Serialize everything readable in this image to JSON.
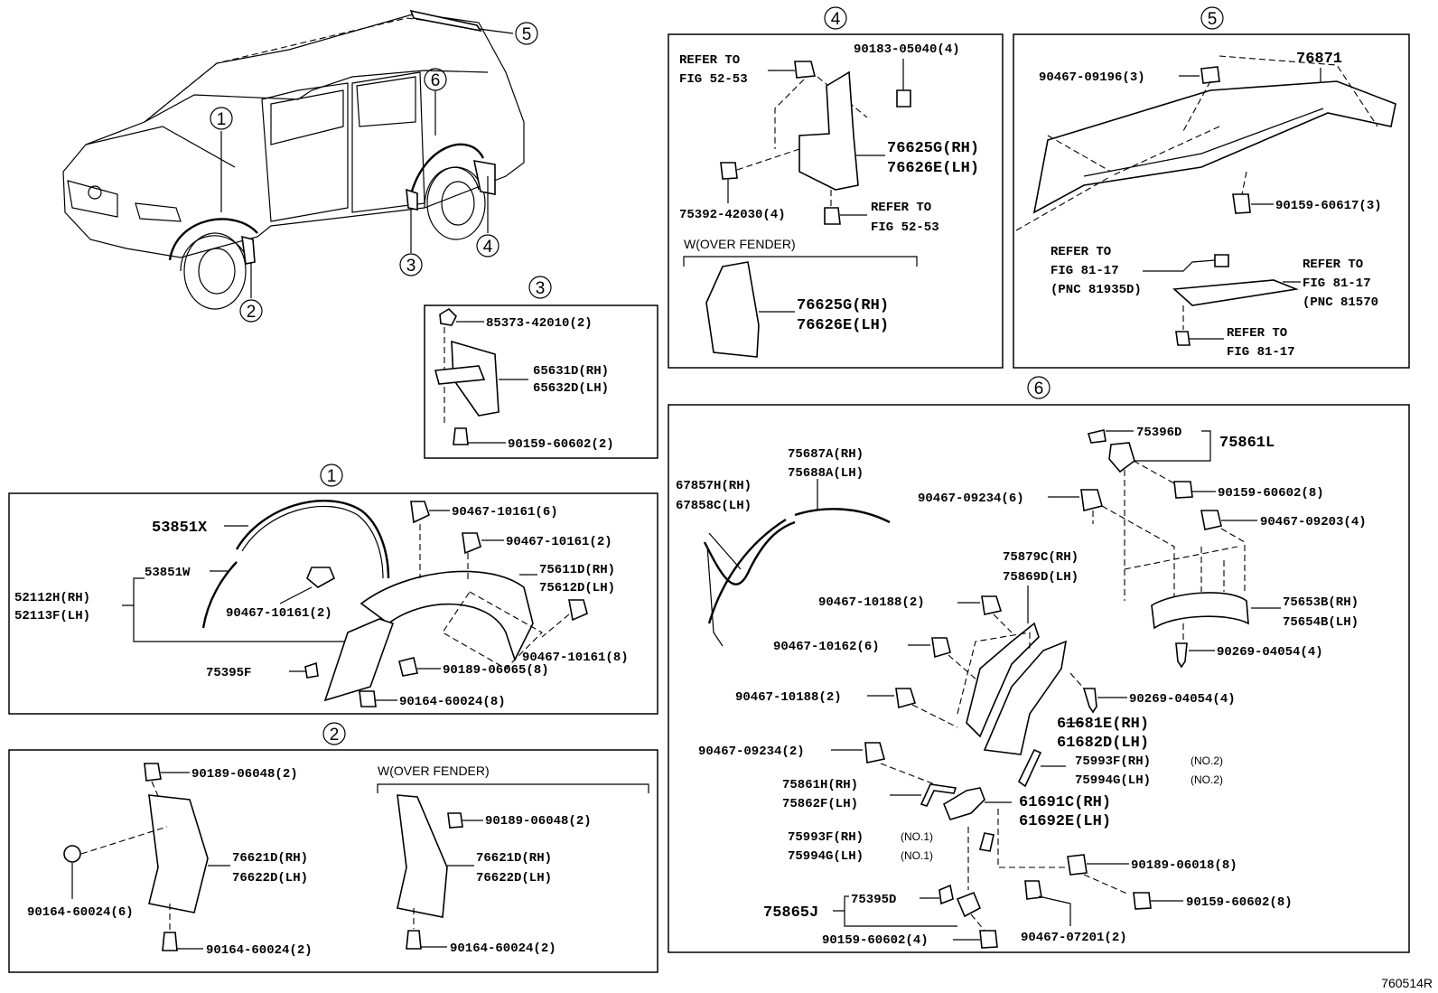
{
  "diagram_id": "760514R",
  "callouts": [
    "1",
    "2",
    "3",
    "4",
    "5",
    "6"
  ],
  "panel3": {
    "parts": [
      "85373-42010(2)",
      "65631D(RH)",
      "65632D(LH)",
      "90159-60602(2)"
    ]
  },
  "panel1": {
    "parts": [
      "53851X",
      "53851W",
      "52112H(RH)",
      "52113F(LH)",
      "90467-10161(2)",
      "75395F",
      "90467-10161(6)",
      "90467-10161(2)",
      "75611D(RH)",
      "75612D(LH)",
      "90467-10161(8)",
      "90189-06065(8)",
      "90164-60024(8)"
    ]
  },
  "panel2": {
    "parts": [
      "90189-06048(2)",
      "76621D(RH)",
      "76622D(LH)",
      "90164-60024(6)",
      "90164-60024(2)"
    ],
    "variant_header": "W(OVER FENDER)",
    "variant_parts": [
      "90189-06048(2)",
      "76621D(RH)",
      "76622D(LH)",
      "90164-60024(2)"
    ]
  },
  "panel4": {
    "refer_top": [
      "REFER TO",
      "FIG 52-53"
    ],
    "parts": [
      "90183-05040(4)",
      "76625G(RH)",
      "76626E(LH)",
      "75392-42030(4)"
    ],
    "refer_bottom": [
      "REFER TO",
      "FIG 52-53"
    ],
    "variant_header": "W(OVER FENDER)",
    "variant_parts": [
      "76625G(RH)",
      "76626E(LH)"
    ]
  },
  "panel5": {
    "parts": [
      "90467-09196(3)",
      "76871",
      "90159-60617(3)"
    ],
    "refer_left": [
      "REFER TO",
      "FIG 81-17",
      "(PNC 81935D)"
    ],
    "refer_right": [
      "REFER TO",
      "FIG 81-17",
      "(PNC 81570"
    ],
    "refer_bottom": [
      "REFER TO",
      "FIG 81-17"
    ]
  },
  "panel6": {
    "parts": [
      "75396D",
      "75861L",
      "75687A(RH)",
      "75688A(LH)",
      "67857H(RH)",
      "67858C(LH)",
      "90467-09234(6)",
      "90159-60602(8)",
      "90467-09203(4)",
      "75879C(RH)",
      "75869D(LH)",
      "90467-10188(2)",
      "75653B(RH)",
      "75654B(LH)",
      "90467-10162(6)",
      "90269-04054(4)",
      "90467-10188(2)",
      "90269-04054(4)",
      "61681E(RH)",
      "61682D(LH)",
      "90467-09234(2)",
      "75993F(RH)",
      "75994G(LH)",
      "75861H(RH)",
      "75862F(LH)",
      "61691C(RH)",
      "61692E(LH)",
      "75993F(RH)",
      "75994G(LH)",
      "90189-06018(8)",
      "75395D",
      "90159-60602(8)",
      "75865J",
      "90159-60602(4)",
      "90467-07201(2)"
    ],
    "notes": [
      "(NO.2)",
      "(NO.2)",
      "(NO.1)",
      "(NO.1)"
    ]
  }
}
